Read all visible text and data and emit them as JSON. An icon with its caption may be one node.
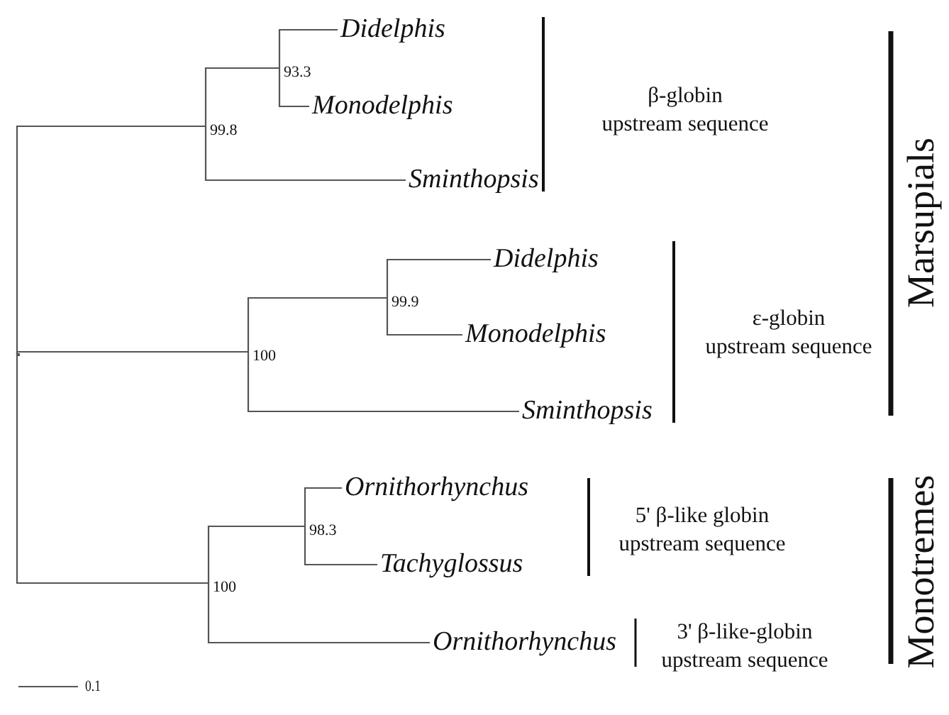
{
  "diagram": {
    "nodes": [
      {
        "text": [],
        "shape": "point"
      },
      {
        "text": [
          "99.8"
        ]
      },
      {
        "text": [
          "93.3"
        ]
      },
      {
        "text": [
          "Didelphis"
        ]
      },
      {
        "text": [
          "Monodelphis"
        ]
      },
      {
        "text": [
          "Sminthopsis"
        ]
      },
      {
        "text": [
          "100"
        ]
      },
      {
        "text": [
          "99.9"
        ]
      },
      {
        "text": [
          "Didelphis"
        ]
      },
      {
        "text": [
          "Monodelphis"
        ]
      },
      {
        "text": [
          "Sminthopsis"
        ]
      },
      {
        "text": [
          "100"
        ]
      },
      {
        "text": [
          "98.3"
        ]
      },
      {
        "text": [
          "Ornithorhynchus"
        ]
      },
      {
        "text": [
          "Tachyglossus"
        ]
      },
      {
        "text": [
          "Ornithorhynchus"
        ]
      }
    ],
    "edges": [
      {
        "from": 0,
        "to": 1,
        "arrow": "none"
      },
      {
        "from": 1,
        "to": 2,
        "arrow": "none"
      },
      {
        "from": 2,
        "to": 3,
        "arrow": "none"
      },
      {
        "from": 2,
        "to": 4,
        "arrow": "none"
      },
      {
        "from": 1,
        "to": 5,
        "arrow": "none"
      },
      {
        "from": 0,
        "to": 6,
        "arrow": "none"
      },
      {
        "from": 6,
        "to": 7,
        "arrow": "none"
      },
      {
        "from": 7,
        "to": 8,
        "arrow": "none"
      },
      {
        "from": 7,
        "to": 9,
        "arrow": "none"
      },
      {
        "from": 6,
        "to": 10,
        "arrow": "none"
      },
      {
        "from": 0,
        "to": 11,
        "arrow": "none"
      },
      {
        "from": 11,
        "to": 12,
        "arrow": "none"
      },
      {
        "from": 12,
        "to": 13,
        "arrow": "none"
      },
      {
        "from": 12,
        "to": 14,
        "arrow": "none"
      },
      {
        "from": 11,
        "to": 15,
        "arrow": "none"
      }
    ],
    "labels": [
      "β-globin upstream sequence",
      "ε-globin upstream sequence",
      "Marsupials",
      "5' β-like globin upstream sequence",
      "3' β-like-globin upstream sequence",
      "Monotremes",
      "0.1"
    ]
  }
}
